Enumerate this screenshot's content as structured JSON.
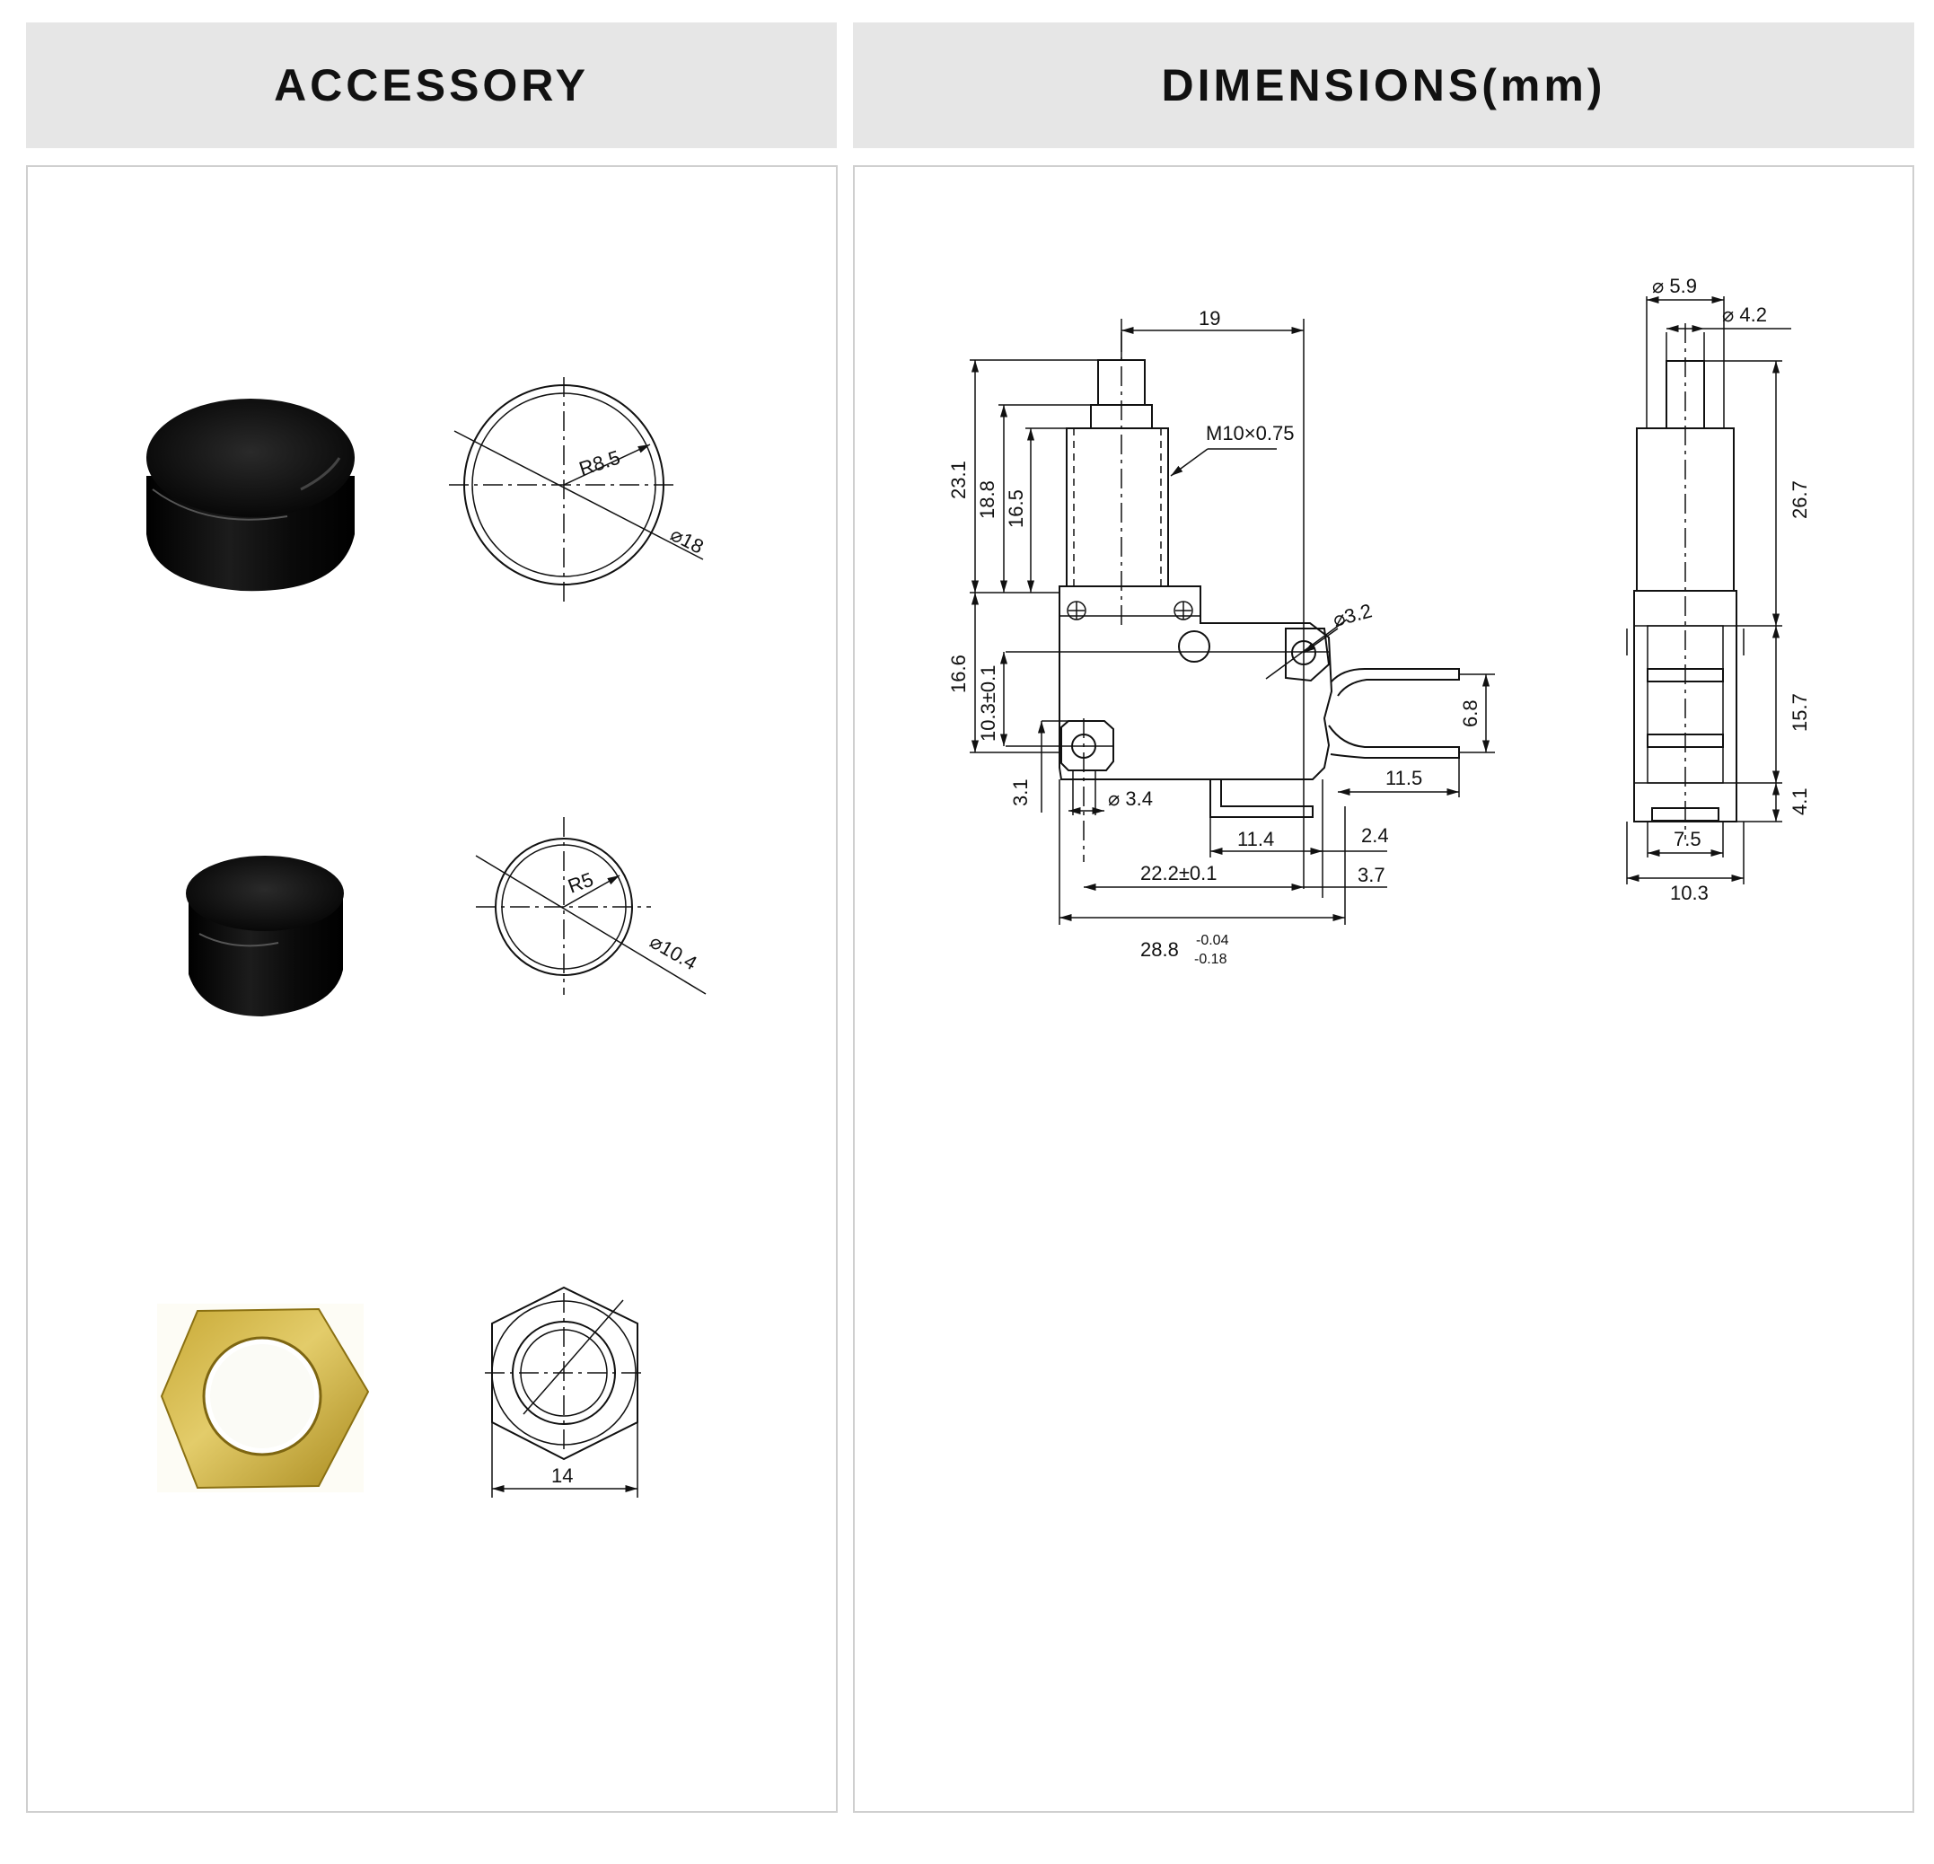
{
  "headers": {
    "accessory": "ACCESSORY",
    "dimensions": "DIMENSIONS(mm)"
  },
  "accessory": {
    "cap_large": {
      "radius": "R8.5",
      "diameter": "18"
    },
    "cap_small": {
      "radius": "R5",
      "diameter": "10.4"
    },
    "nut": {
      "width": "14"
    }
  },
  "front_view": {
    "top_width": "19",
    "thread": "M10×0.75",
    "h_23_1": "23.1",
    "h_18_8": "18.8",
    "h_16_5": "16.5",
    "h_16_6": "16.6",
    "h_10_3": "10.3±0.1",
    "h_3_1": "3.1",
    "hole_3_2": "3.2",
    "hole_3_4": "3.4",
    "term_6_8": "6.8",
    "term_11_5": "11.5",
    "w_11_4": "11.4",
    "w_2_4": "2.4",
    "w_22_2": "22.2±0.1",
    "w_3_7": "3.7",
    "w_28_8": "28.8",
    "tol_upper": "-0.04",
    "tol_lower": "-0.18"
  },
  "side_view": {
    "d_5_9": "5.9",
    "d_4_2": "4.2",
    "h_26_7": "26.7",
    "h_15_7": "15.7",
    "h_4_1": "4.1",
    "w_7_5": "7.5",
    "w_10_3": "10.3"
  }
}
